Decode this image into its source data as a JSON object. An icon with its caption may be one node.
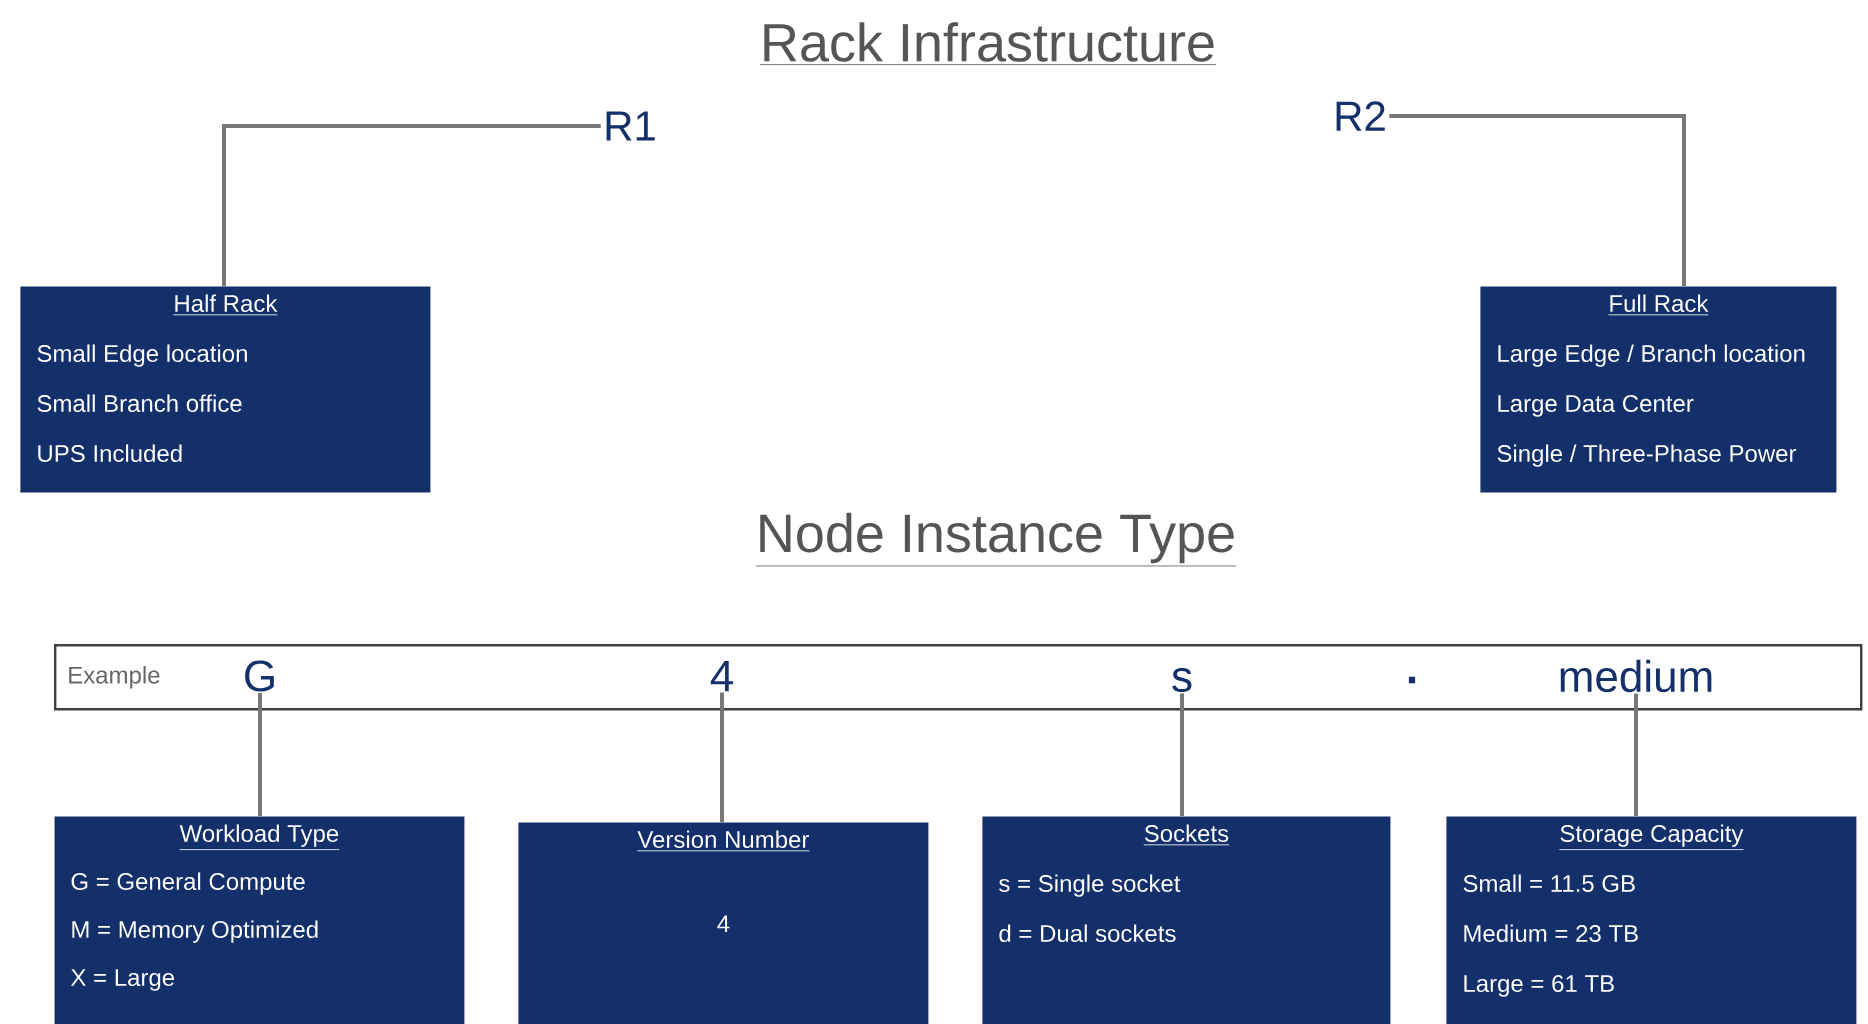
{
  "diagram": {
    "title": "Rack Infrastructure",
    "nodes": [
      {
        "text": [
          "R1"
        ]
      },
      {
        "text": [
          "Half Rack",
          "Small Edge location",
          "Small Branch office",
          "UPS Included"
        ]
      },
      {
        "text": [
          "R2"
        ]
      },
      {
        "text": [
          "Full Rack",
          "Large Edge / Branch location",
          "Large Data Center",
          "Single / Three-Phase Power"
        ]
      },
      {
        "text": [
          "Example",
          "."
        ]
      },
      {
        "text": [
          "G"
        ],
        "in": 4
      },
      {
        "text": [
          "4"
        ],
        "in": 4
      },
      {
        "text": [
          "s"
        ],
        "in": 4
      },
      {
        "text": [
          "medium"
        ],
        "in": 4
      },
      {
        "text": [
          "Workload Type",
          "G = General Compute",
          "M = Memory Optimized",
          "X = Large"
        ]
      },
      {
        "text": [
          "Version Number",
          "4"
        ]
      },
      {
        "text": [
          "Sockets",
          "s = Single socket",
          "d = Dual sockets"
        ]
      },
      {
        "text": [
          "Storage Capacity",
          "Small = 11.5 GB",
          "Medium = 23 TB",
          "Large = 61 TB"
        ]
      }
    ],
    "edges": [
      {
        "from": 0,
        "to": 1,
        "arrow": "none",
        "color": "#777777"
      },
      {
        "from": 2,
        "to": 3,
        "arrow": "none",
        "color": "#777777"
      },
      {
        "from": 5,
        "to": 9,
        "arrow": "none",
        "color": "#777777"
      },
      {
        "from": 6,
        "to": 10,
        "arrow": "none",
        "color": "#777777"
      },
      {
        "from": 7,
        "to": 11,
        "arrow": "none",
        "color": "#777777"
      },
      {
        "from": 8,
        "to": 12,
        "arrow": "none",
        "color": "#777777"
      }
    ],
    "labels": [
      "Node Instance Type"
    ]
  }
}
